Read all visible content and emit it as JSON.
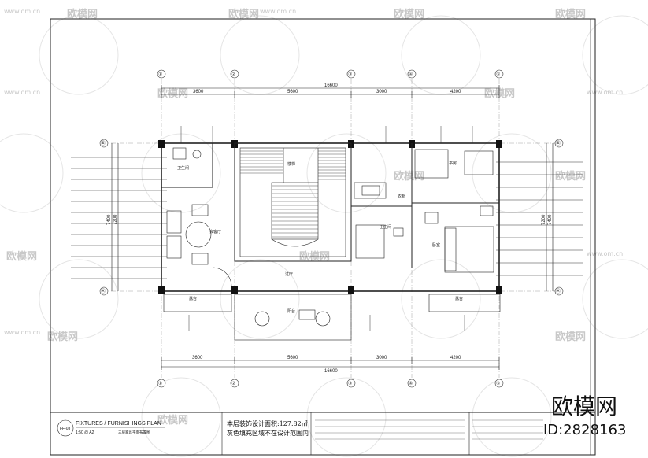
{
  "drawing": {
    "title_en": "FIXTURES / FURNISHINGS PLAN",
    "scale": "1:50 @ A2",
    "title_cn": "三层家具平面布置图",
    "sheet_no": "FF-03"
  },
  "area_note": {
    "line1": "本层装饰设计面积:127.82㎡",
    "line2": "灰色填充区域不在设计范围内"
  },
  "dimensions": {
    "top_total": "16600",
    "top": [
      "3600",
      "5600",
      "3000",
      "4200"
    ],
    "bottom": [
      "3600",
      "5600",
      "3000",
      "4200"
    ],
    "bottom_total": "16600",
    "left": [
      "7400",
      "7200"
    ],
    "right": [
      "7200",
      "7400"
    ]
  },
  "axes": {
    "cols": [
      "①",
      "②",
      "③",
      "④",
      "⑤"
    ],
    "rows": [
      "Ⓐ",
      "Ⓑ"
    ]
  },
  "rooms": {
    "wc_left": "卫生间",
    "meeting": "会客厅",
    "hall": "过厅",
    "open_stair": "楼梯",
    "bath": "卫生间",
    "closet": "衣帽",
    "bedroom": "卧室",
    "study": "书房",
    "balcony_left": "露台",
    "balcony_right": "露台",
    "terrace": "阳台"
  },
  "watermark": {
    "brand": "欧模网",
    "id": "ID:2828163",
    "faint": "欧模网",
    "url": "www.om.cn"
  }
}
